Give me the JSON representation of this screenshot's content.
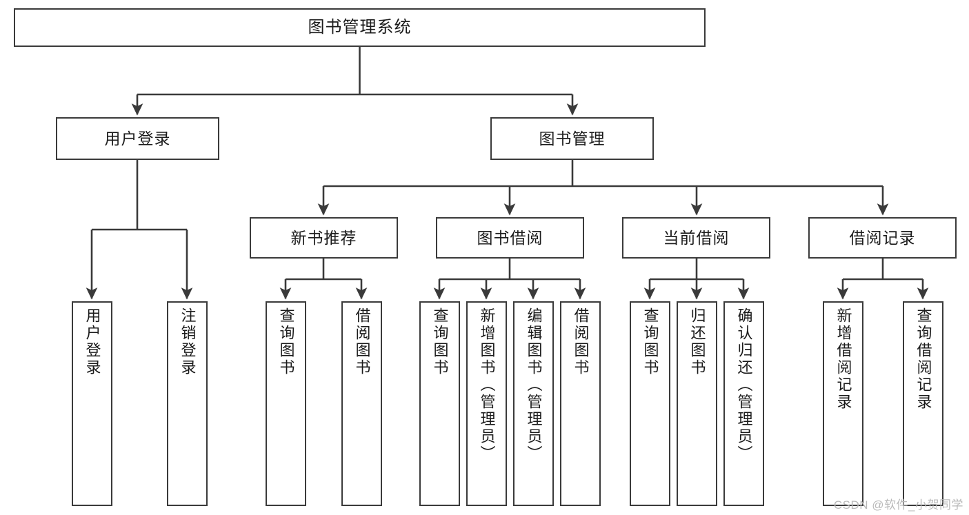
{
  "diagram": {
    "title": "图书管理系统",
    "type": "tree-hierarchy",
    "root": {
      "id": "root",
      "label": "图书管理系统"
    },
    "level2": [
      {
        "id": "user-login",
        "label": "用户登录"
      },
      {
        "id": "book-manage",
        "label": "图书管理"
      }
    ],
    "level3": [
      {
        "id": "new-book-recommend",
        "label": "新书推荐",
        "parent": "book-manage"
      },
      {
        "id": "book-borrow",
        "label": "图书借阅",
        "parent": "book-manage"
      },
      {
        "id": "current-borrow",
        "label": "当前借阅",
        "parent": "book-manage"
      },
      {
        "id": "borrow-record",
        "label": "借阅记录",
        "parent": "book-manage"
      }
    ],
    "leaves": [
      {
        "id": "leaf-user-login",
        "label": "用户登录",
        "parent": "user-login"
      },
      {
        "id": "leaf-logout-login",
        "label": "注销登录",
        "parent": "user-login"
      },
      {
        "id": "leaf-query-book-1",
        "label": "查询图书",
        "parent": "new-book-recommend"
      },
      {
        "id": "leaf-borrow-book-1",
        "label": "借阅图书",
        "parent": "new-book-recommend"
      },
      {
        "id": "leaf-query-book-2",
        "label": "查询图书",
        "parent": "book-borrow"
      },
      {
        "id": "leaf-add-book",
        "label": "新增图书（管理员）",
        "parent": "book-borrow"
      },
      {
        "id": "leaf-edit-book",
        "label": "编辑图书（管理员）",
        "parent": "book-borrow"
      },
      {
        "id": "leaf-borrow-book-2",
        "label": "借阅图书",
        "parent": "book-borrow"
      },
      {
        "id": "leaf-query-book-3",
        "label": "查询图书",
        "parent": "current-borrow"
      },
      {
        "id": "leaf-return-book",
        "label": "归还图书",
        "parent": "current-borrow"
      },
      {
        "id": "leaf-confirm-return",
        "label": "确认归还（管理员）",
        "parent": "current-borrow"
      },
      {
        "id": "leaf-add-record",
        "label": "新增借阅记录",
        "parent": "borrow-record"
      },
      {
        "id": "leaf-query-record",
        "label": "查询借阅记录",
        "parent": "borrow-record"
      }
    ]
  },
  "watermark": {
    "text": "CSDN @软件_小贺同学"
  },
  "colors": {
    "background": "#ffffff",
    "node_border": "#3a3a3a",
    "node_fill": "#ffffff",
    "edge": "#3a3a3a",
    "text": "#1b1b1b",
    "watermark": "#b9b9b9"
  }
}
